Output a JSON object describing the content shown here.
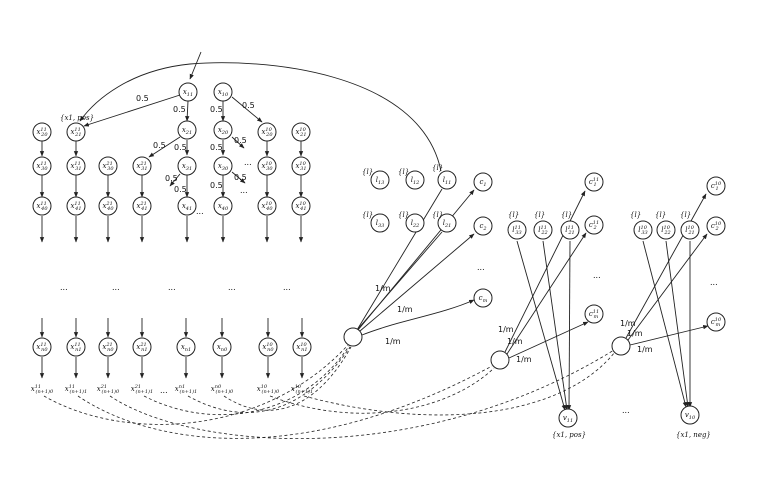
{
  "nodes": [
    {
      "id": "x11",
      "main": "x",
      "sub": "11"
    },
    {
      "id": "x10",
      "main": "x",
      "sub": "10"
    },
    {
      "id": "x21b",
      "main": "x",
      "sub": "21"
    },
    {
      "id": "x20",
      "main": "x",
      "sub": "20"
    },
    {
      "id": "x30b",
      "main": "x",
      "sub": "30"
    },
    {
      "id": "x31",
      "main": "x",
      "sub": "31"
    },
    {
      "id": "x40",
      "main": "x",
      "sub": "40"
    },
    {
      "id": "x41",
      "main": "x",
      "sub": "41"
    },
    {
      "id": "xn1",
      "main": "x",
      "sub": "n1"
    },
    {
      "id": "xn0",
      "main": "x",
      "sub": "n0"
    },
    {
      "id": "l13",
      "main": "l",
      "sub": "13"
    },
    {
      "id": "l12",
      "main": "l",
      "sub": "12"
    },
    {
      "id": "l11",
      "main": "l",
      "sub": "11"
    },
    {
      "id": "l33",
      "main": "l",
      "sub": "33"
    },
    {
      "id": "l22",
      "main": "l",
      "sub": "22"
    },
    {
      "id": "l21",
      "main": "l",
      "sub": "21"
    },
    {
      "id": "c1",
      "main": "c",
      "sub": "1"
    },
    {
      "id": "c2",
      "main": "c",
      "sub": "2"
    },
    {
      "id": "cm",
      "main": "c",
      "sub": "m"
    },
    {
      "id": "v11",
      "main": "v",
      "sub": "11"
    },
    {
      "id": "v10",
      "main": "v",
      "sub": "10"
    },
    {
      "id": "c11",
      "main": "c",
      "sub": "1",
      "sup": "11"
    },
    {
      "id": "c211",
      "main": "c",
      "sub": "2",
      "sup": "11"
    },
    {
      "id": "cm11",
      "main": "c",
      "sub": "m",
      "sup": "11"
    },
    {
      "id": "c110",
      "main": "c",
      "sub": "1",
      "sup": "10"
    },
    {
      "id": "c210",
      "main": "c",
      "sub": "2",
      "sup": "10"
    },
    {
      "id": "cm10",
      "main": "c",
      "sub": "m",
      "sup": "10"
    },
    {
      "id": "ls11a",
      "main": "l",
      "sub": "33",
      "sup": "11"
    },
    {
      "id": "ls11b",
      "main": "l",
      "sub": "22",
      "sup": "11"
    },
    {
      "id": "ls11c",
      "main": "l",
      "sub": "21",
      "sup": "11"
    },
    {
      "id": "ls10a",
      "main": "l",
      "sub": "33",
      "sup": "10"
    },
    {
      "id": "ls10b",
      "main": "l",
      "sub": "22",
      "sup": "10"
    },
    {
      "id": "ls10c",
      "main": "l",
      "sub": "21",
      "sup": "10"
    },
    {
      "id": "g20",
      "main": "x",
      "sub": "20",
      "sup": "11"
    },
    {
      "id": "g30",
      "main": "x",
      "sub": "30",
      "sup": "11"
    },
    {
      "id": "g40",
      "main": "x",
      "sub": "40",
      "sup": "11"
    },
    {
      "id": "g21",
      "main": "x",
      "sub": "21",
      "sup": "11"
    },
    {
      "id": "g31",
      "main": "x",
      "sub": "31",
      "sup": "11"
    },
    {
      "id": "g41",
      "main": "x",
      "sub": "41",
      "sup": "11"
    },
    {
      "id": "g30b",
      "main": "x",
      "sub": "30",
      "sup": "21"
    },
    {
      "id": "g40b",
      "main": "x",
      "sub": "40",
      "sup": "21"
    },
    {
      "id": "g31b",
      "main": "x",
      "sub": "31",
      "sup": "21"
    },
    {
      "id": "g41b",
      "main": "x",
      "sub": "41",
      "sup": "21"
    },
    {
      "id": "g20r",
      "main": "x",
      "sub": "20",
      "sup": "10"
    },
    {
      "id": "g30r",
      "main": "x",
      "sub": "30",
      "sup": "10"
    },
    {
      "id": "g40r",
      "main": "x",
      "sub": "40",
      "sup": "10"
    },
    {
      "id": "g21r",
      "main": "x",
      "sub": "21",
      "sup": "10"
    },
    {
      "id": "g31r",
      "main": "x",
      "sub": "31",
      "sup": "10"
    },
    {
      "id": "g41r",
      "main": "x",
      "sub": "41",
      "sup": "10"
    },
    {
      "id": "bn0",
      "main": "x",
      "sub": "n0",
      "sup": "11"
    },
    {
      "id": "bn1",
      "main": "x",
      "sub": "n1",
      "sup": "11"
    },
    {
      "id": "bn0b",
      "main": "x",
      "sub": "n0",
      "sup": "21"
    },
    {
      "id": "bn1b",
      "main": "x",
      "sub": "n1",
      "sup": "21"
    },
    {
      "id": "bn0r",
      "main": "x",
      "sub": "n0",
      "sup": "10"
    },
    {
      "id": "bn1r",
      "main": "x",
      "sub": "n1",
      "sup": "10"
    }
  ],
  "bottom_labels": [
    {
      "main": "x",
      "sub": "(n+1)0",
      "sup": "11"
    },
    {
      "main": "x",
      "sub": "(n+1)1",
      "sup": "11"
    },
    {
      "main": "x",
      "sub": "(n+1)0",
      "sup": "21"
    },
    {
      "main": "x",
      "sub": "(n+1)1",
      "sup": "21"
    },
    {
      "main": "x",
      "sub": "(n+1)1",
      "sup": "n1"
    },
    {
      "main": "x",
      "sub": "(n+1)0",
      "sup": "n0"
    },
    {
      "main": "x",
      "sub": "(n+1)0",
      "sup": "10"
    },
    {
      "main": "x",
      "sub": "(n+1)1",
      "sup": "10"
    }
  ],
  "edge_labels": {
    "half": "0.5",
    "one_over_m": "1/m"
  },
  "annotations": {
    "x1_pos": "{x1, pos}",
    "v11_tag": "{x1, pos}",
    "v10_tag": "{x1, neg}",
    "l_tag": "{l}"
  },
  "ellipsis": "..."
}
